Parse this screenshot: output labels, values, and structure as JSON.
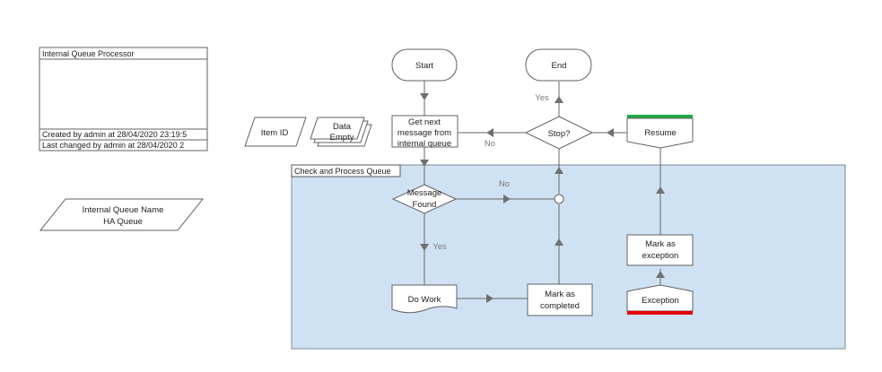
{
  "info_box": {
    "title": "Internal Queue Processor",
    "created": "Created by admin at 28/04/2020 23:19:5",
    "changed": "Last changed by admin at 28/04/2020 2"
  },
  "queue_param": {
    "line1": "Internal Queue Name",
    "line2": "HA Queue"
  },
  "item_id": "Item ID",
  "data_empty": {
    "line1": "Data",
    "line2": "Empty"
  },
  "block": {
    "title": "Check and Process Queue",
    "fill": "#cfe2f3"
  },
  "nodes": {
    "start": "Start",
    "end": "End",
    "get_next": {
      "line1": "Get next",
      "line2": "message from",
      "line3": "internal queue"
    },
    "stop": "Stop?",
    "resume": "Resume",
    "message_found": {
      "line1": "Message",
      "line2": "Found"
    },
    "do_work": "Do Work",
    "mark_completed": {
      "line1": "Mark as",
      "line2": "completed"
    },
    "mark_exception": {
      "line1": "Mark as",
      "line2": "exception"
    },
    "exception": "Exception"
  },
  "edge_labels": {
    "yes_stop": "Yes",
    "no_stop": "No",
    "no_found": "No",
    "yes_found": "Yes"
  },
  "colors": {
    "resume_bar": "#22aa44",
    "exception_bar": "#e60000"
  }
}
